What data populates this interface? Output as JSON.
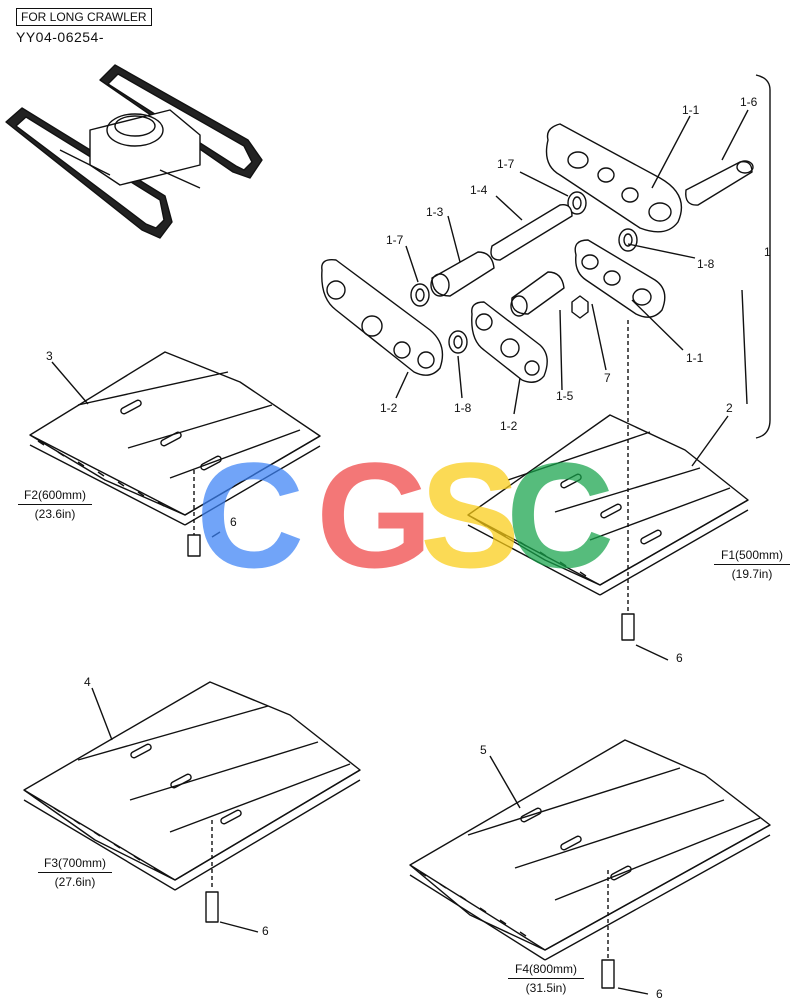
{
  "header": {
    "applicability": "FOR LONG CRAWLER",
    "serial": "YY04-06254-"
  },
  "bracket_label": "1",
  "callouts": {
    "c1_1a": "1-1",
    "c1_6": "1-6",
    "c1_7a": "1-7",
    "c1_4": "1-4",
    "c1_3": "1-3",
    "c1_7b": "1-7",
    "c1_8a": "1-8",
    "c1_1b": "1-1",
    "c7": "7",
    "c1_5": "1-5",
    "c1_2a": "1-2",
    "c1_8b": "1-8",
    "c1_2b": "1-2",
    "c3": "3",
    "c2": "2",
    "c6a": "6",
    "c6b": "6",
    "c4": "4",
    "c5": "5",
    "c6c": "6",
    "c6d": "6"
  },
  "shoes": [
    {
      "id": "F2",
      "size": "F2(600mm)",
      "inch": "(23.6in)"
    },
    {
      "id": "F1",
      "size": "F1(500mm)",
      "inch": "(19.7in)"
    },
    {
      "id": "F3",
      "size": "F3(700mm)",
      "inch": "(27.6in)"
    },
    {
      "id": "F4",
      "size": "F4(800mm)",
      "inch": "(31.5in)"
    }
  ],
  "watermark": {
    "letters": [
      "C",
      "G",
      "S",
      "C"
    ],
    "colors": [
      "#3b82f6",
      "#ef4444",
      "#facc15",
      "#16a34a"
    ]
  }
}
